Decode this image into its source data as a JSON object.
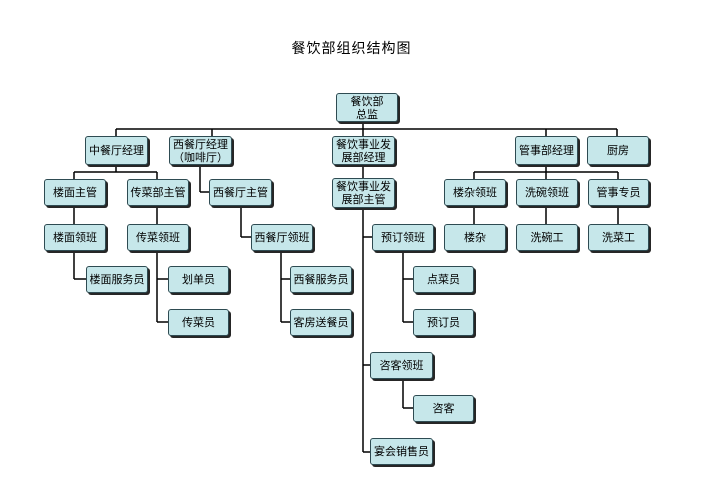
{
  "title": "餐饮部组织结构图",
  "nodes": {
    "root": "餐饮部\n总监",
    "zhong_manager": "中餐厅经理",
    "xi_manager": "西餐厅经理\n（咖啡厅）",
    "dev_manager": "餐饮事业发\n展部经理",
    "steward_manager": "管事部经理",
    "kitchen": "厨房",
    "floor_supervisor": "楼面主管",
    "delivery_supervisor": "传菜部主管",
    "xi_supervisor": "西餐厅主管",
    "dev_supervisor": "餐饮事业发\n展部主管",
    "misc_leader": "楼杂领班",
    "dish_leader": "洗碗领班",
    "steward_specialist": "管事专员",
    "floor_leader": "楼面领班",
    "delivery_leader": "传菜领班",
    "xi_leader": "西餐厅领班",
    "booking_leader": "预订领班",
    "misc_staff": "楼杂",
    "dishwasher": "洗碗工",
    "veg_washer": "洗菜工",
    "floor_waiter": "楼面服务员",
    "order_clerk": "划单员",
    "xi_waiter": "西餐服务员",
    "order_taker": "点菜员",
    "runner": "传菜员",
    "room_service": "客房送餐员",
    "booking_clerk": "预订员",
    "host_leader": "咨客领班",
    "host": "咨客",
    "banquet_sales": "宴会销售员"
  }
}
